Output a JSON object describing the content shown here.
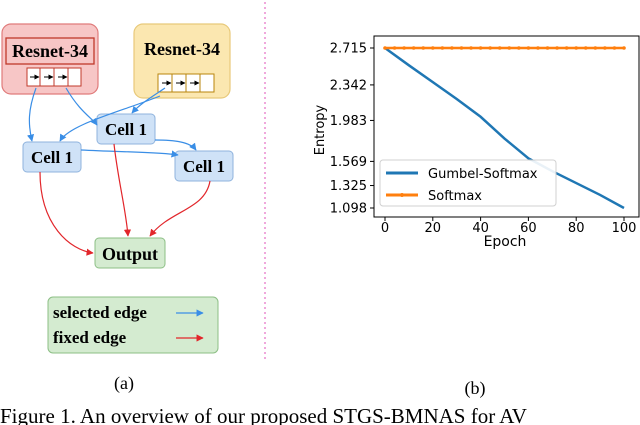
{
  "diagram": {
    "resnet_left": "Resnet-34",
    "resnet_right": "Resnet-34",
    "cell_top": "Cell 1",
    "cell_left": "Cell 1",
    "cell_right": "Cell 1",
    "output": "Output",
    "legend_selected": "selected edge",
    "legend_fixed": "fixed edge",
    "label": "(a)",
    "colors": {
      "resnet_left_fill": "#f7c6c6",
      "resnet_left_stroke": "#e07b7b",
      "resnet_right_fill": "#fbe7b0",
      "resnet_right_stroke": "#e8c97a",
      "cell_fill": "#cfe2f7",
      "cell_stroke": "#8fb3dd",
      "output_fill": "#d4ebd0",
      "output_stroke": "#8cbf85",
      "selected_edge": "#3a8ee6",
      "fixed_edge": "#e2262b",
      "divider": "#e879c9"
    }
  },
  "chart_data": {
    "type": "line",
    "xlabel": "Epoch",
    "ylabel": "Entropy",
    "xlim": [
      0,
      100
    ],
    "ylim": [
      1.098,
      2.715
    ],
    "xticks": [
      0,
      20,
      40,
      60,
      80,
      100
    ],
    "yticks": [
      1.098,
      1.325,
      1.569,
      1.983,
      2.342,
      2.715
    ],
    "xtick_labels": [
      "0",
      "20",
      "40",
      "60",
      "80",
      "100"
    ],
    "ytick_labels": [
      "1.098",
      "1.325",
      "1.569",
      "1.983",
      "2.342",
      "2.715"
    ],
    "legend_position": "bottom-left",
    "grid": false,
    "series": [
      {
        "name": "Gumbel-Softmax",
        "color": "#1f77b4",
        "x": [
          0,
          10,
          20,
          30,
          40,
          50,
          60,
          70,
          80,
          90,
          100
        ],
        "y": [
          2.715,
          2.54,
          2.37,
          2.2,
          2.02,
          1.8,
          1.6,
          1.47,
          1.35,
          1.23,
          1.098
        ]
      },
      {
        "name": "Softmax",
        "color": "#ff7f0e",
        "x": [
          0,
          10,
          20,
          30,
          40,
          50,
          60,
          70,
          80,
          90,
          100
        ],
        "y": [
          2.715,
          2.715,
          2.715,
          2.715,
          2.715,
          2.715,
          2.715,
          2.715,
          2.715,
          2.715,
          2.715
        ]
      }
    ],
    "label": "(b)"
  },
  "caption": "Figure 1. An overview of our proposed STGS-BMNAS for AV"
}
